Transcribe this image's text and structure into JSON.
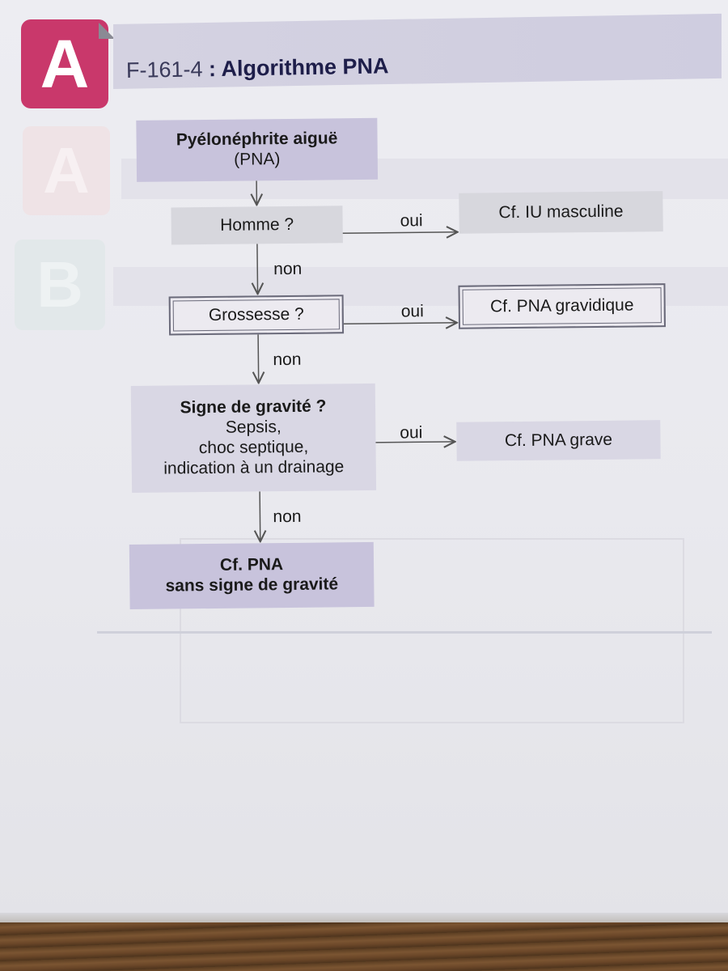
{
  "header": {
    "badge_letter": "A",
    "figure_code": "F-161-4",
    "separator": " : ",
    "figure_title": "Algorithme PNA",
    "badge_color": "#c9386b",
    "bar_color": "#d2d0e0"
  },
  "flowchart": {
    "start_line1": "Pyélonéphrite aiguë",
    "start_line2": "(PNA)",
    "q1": "Homme ?",
    "q1_yes_label": "oui",
    "q1_yes_target": "Cf. IU masculine",
    "q1_no_label": "non",
    "q2": "Grossesse ?",
    "q2_yes_label": "oui",
    "q2_yes_target": "Cf. PNA gravidique",
    "q2_no_label": "non",
    "q3_title": "Signe de gravité ?",
    "q3_line1": "Sepsis,",
    "q3_line2": "choc septique,",
    "q3_line3": "indication à un drainage",
    "q3_yes_label": "oui",
    "q3_yes_target": "Cf. PNA grave",
    "q3_no_label": "non",
    "end_line1": "Cf. PNA",
    "end_line2": "sans signe de gravité"
  }
}
